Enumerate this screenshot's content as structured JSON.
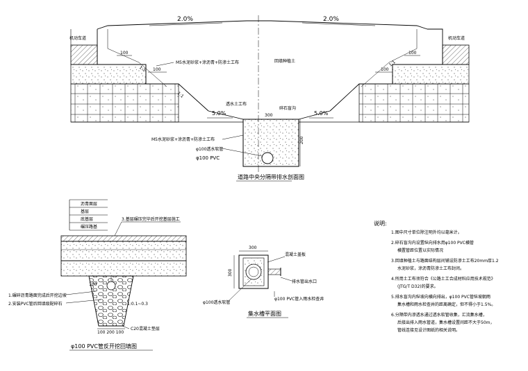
{
  "main_section": {
    "slope_left": "2.0%",
    "slope_right": "2.0%",
    "curb_left": "机动车道",
    "curb_right": "机动车道",
    "dim_100_a": "100",
    "dim_100_b": "100",
    "dim_100_c": "100",
    "dim_100_d": "100",
    "mortar_upper": "M5水泥砂浆+涂沥青+防渗土工布",
    "planting_soil": "回填种植土",
    "ratio_1": "1:1",
    "ratio_2": "1:1",
    "ratio_3": "1:1",
    "geotextile": "透水土工布",
    "gravel": "碎石盲沟",
    "dim_300": "300",
    "dim_200": "200",
    "slope_5_left": "5.0%",
    "slope_5_right": "5.0%",
    "mortar_lower": "M5水泥砂浆+涂沥青+防渗土工布",
    "perforated_pipe": "φ100透水软管",
    "pvc_pipe": "φ100 PVC",
    "title": "道路中央分隔带排水剖面图"
  },
  "pavement_detail": {
    "layer1": "沥青面层",
    "layer2": "基层",
    "layer3": "底基层",
    "layer4": "碾压路基",
    "step_note": "3.基层碾压完毕后开挖基层施工",
    "note1": "1.碾碎沥青路面完成后开挖边坡",
    "note2": "2.安装PVC管后回填级配碎石",
    "dim_100": "100",
    "ratio": "1:0.1~0.3",
    "dim_bottom": "100 200 100",
    "concrete": "C20混凝土垫层",
    "title": "φ100 PVC管反开挖回填图"
  },
  "well_plan": {
    "dim_300_top": "300",
    "dim_300_left": "300",
    "cover": "混凝土盖板",
    "outlet": "排水管出水口",
    "perforated_pipe": "φ100透水软管",
    "pvc_pipe": "φ100 PVC管入雨水检查井",
    "title": "集水槽平面图"
  },
  "notes": {
    "heading": "说明:",
    "items": [
      "1.图中尺寸单位除注明外均以毫米计。",
      "2.碎石盲沟内设置纵向排水用φ100 PVC横管",
      "横置管距位置以实际情况",
      "3.回填种植土与路面结构层间铺设防渗土工布20mm厚1.2",
      "水泥砂浆，涂沥青防渗土工布封闭。",
      "4.所用土工布须符合《公路土工合成材料应用技术规范》",
      "(JTG/T D32)的要求。",
      "5.排水盲沟内纵坡向横向排出，φ100 PVC管纵坡朝雨",
      "集水槽和雨水检查井的距离确定，但不得小于1.5%。",
      "6.分隔带内渗透水通过透水软管收集，汇流集水槽，",
      "后接出排入雨水管道，集水槽设置间距不大于50m，",
      "管线连接见设计图纸的相关说明。"
    ]
  }
}
